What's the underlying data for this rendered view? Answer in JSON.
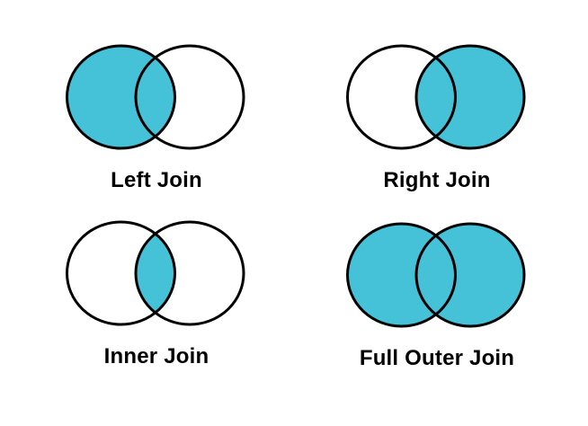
{
  "page": {
    "background": "#ffffff",
    "description": "Venn diagrams illustrating SQL join types"
  },
  "colors": {
    "accent": "#45C2D8",
    "stroke": "#000000",
    "label": "#000000"
  },
  "diagram": {
    "joins": [
      {
        "id": "left-join",
        "label": "Left Join",
        "filled": "left"
      },
      {
        "id": "right-join",
        "label": "Right Join",
        "filled": "right"
      },
      {
        "id": "inner-join",
        "label": "Inner Join",
        "filled": "intersection"
      },
      {
        "id": "full-outer-join",
        "label": "Full Outer Join",
        "filled": "both"
      }
    ]
  }
}
